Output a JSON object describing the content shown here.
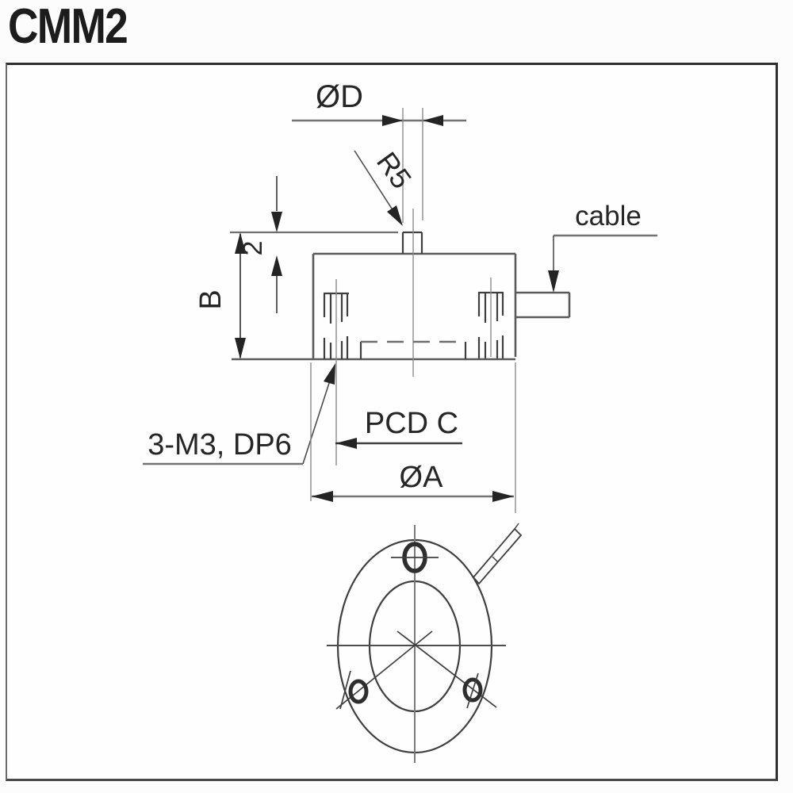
{
  "title": "CMM2",
  "annotations": {
    "boss_diameter": "ØD",
    "fillet_radius": "R5",
    "cable": "cable",
    "boss_height": "2",
    "body_height": "B",
    "mounting_holes": "3-M3, DP6",
    "pitch_circle": "PCD C",
    "outer_diameter": "ØA"
  },
  "colors": {
    "ink": "#262626",
    "object_line": "#5a5a5a",
    "dimension_line": "#727272",
    "thin_line": "#8c8c8c",
    "background": "#fcfcfc"
  }
}
